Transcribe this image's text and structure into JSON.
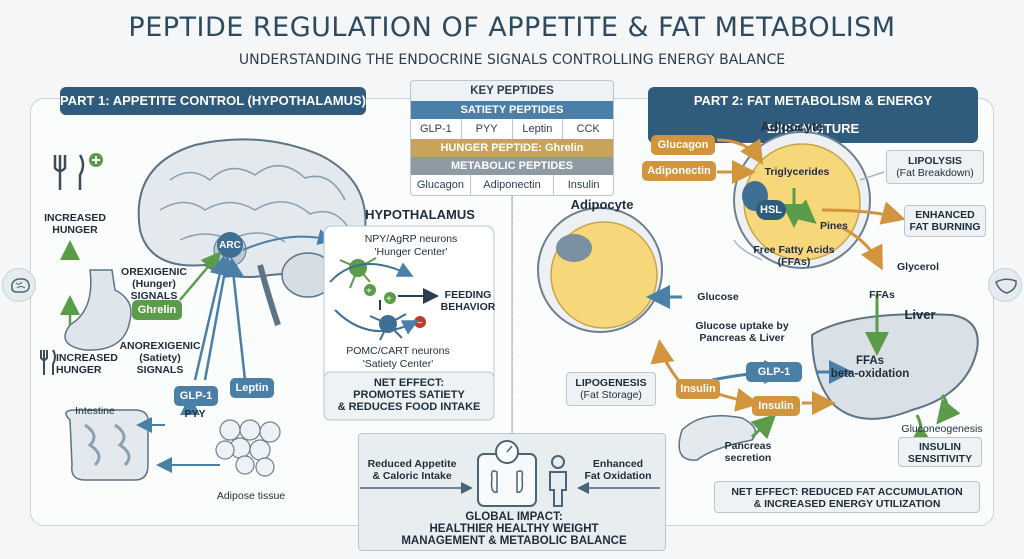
{
  "title": "PEPTIDE REGULATION OF APPETITE & FAT METABOLISM",
  "subtitle": "UNDERSTANDING THE ENDOCRINE SIGNALS CONTROLLING ENERGY BALANCE",
  "part1": {
    "header": "PART 1: APPETITE CONTROL (HYPOTHALAMUS)",
    "increased_hunger_top": "INCREASED\nHUNGER",
    "increased_hunger_bottom": "INCREASED\nHUNGER",
    "orexigenic": "OREXIGENIC\n(Hunger)\nSIGNALS",
    "ghrelin": "Ghrelin",
    "anorexigenic": "ANOREXIGENIC\n(Satiety)\nSIGNALS",
    "glp1": "GLP-1",
    "pyy": "PYY",
    "leptin": "Leptin",
    "intestine": "Intestine",
    "adipose": "Adipose tissue",
    "arc": "ARC",
    "hypothalamus": "HYPOTHALAMUS",
    "npy": "NPY/AgRP neurons",
    "npy_sub": "'Hunger Center'",
    "pomc": "POMC/CART neurons",
    "pomc_sub": "'Satiety Center'",
    "feeding": "FEEDING\nBEHAVIOR",
    "net_effect": "NET EFFECT:\nPROMOTES SATIETY\n& REDUCES FOOD INTAKE"
  },
  "key_peptides": {
    "title": "KEY PEPTIDES",
    "satiety_header": "SATIETY PEPTIDES",
    "satiety": [
      "GLP-1",
      "PYY",
      "Leptin",
      "CCK"
    ],
    "hunger_header": "HUNGER PEPTIDE: Ghrelin",
    "metabolic_header": "METABOLIC PEPTIDES",
    "metabolic": [
      "Glucagon",
      "Adiponectin",
      "Insulin"
    ]
  },
  "part2": {
    "header": "PART 2: FAT METABOLISM & ENERGY EXPENDITURE",
    "adipocyte_top": "Adipocyte",
    "adipocyte_left": "Adipocyte",
    "glucagon": "Glucagon",
    "adiponectin": "Adiponectin",
    "triglycerides": "Triglycerides",
    "hsl": "HSL",
    "pines": "Pines",
    "ffa": "Free Fatty Acids\n(FFAs)",
    "lipolysis": "LIPOLYSIS",
    "lipolysis_sub": "(Fat Breakdown)",
    "enhanced_fat_burning": "ENHANCED\nFAT BURNING",
    "glycerol": "Glycerol",
    "ffas": "FFAs",
    "glucose": "Glucose",
    "glucose_uptake": "Glucose uptake by\nPancreas & Liver",
    "liver": "Liver",
    "liver_ffas": "FFAs\nbeta-oxidation",
    "lipogenesis": "LIPOGENESIS",
    "lipogenesis_sub": "(Fat Storage)",
    "insulin": "Insulin",
    "glp1": "GLP-1",
    "insulin2": "Insulin",
    "pancreas": "Pancreas\nsecretion",
    "gluconeogenesis": "Gluconeogenesis",
    "insulin_sensitivity": "INSULIN\nSENSITIVITY",
    "net_effect": "NET EFFECT: REDUCED FAT ACCUMULATION\n& INCREASED ENERGY UTILIZATION"
  },
  "global": {
    "reduced": "Reduced Appetite\n& Caloric Intake",
    "enhanced": "Enhanced\nFat Oxidation",
    "impact": "GLOBAL IMPACT:\nHEALTHIEᖇ HEALTHY WEIGHT\nMANAGEMENT & METABOLIC BALANCE"
  },
  "colors": {
    "navy": "#2f5b7c",
    "green": "#5a9c4a",
    "orange": "#d2943c",
    "blue": "#4a7fa8",
    "fat_yellow": "#f6d77a"
  }
}
